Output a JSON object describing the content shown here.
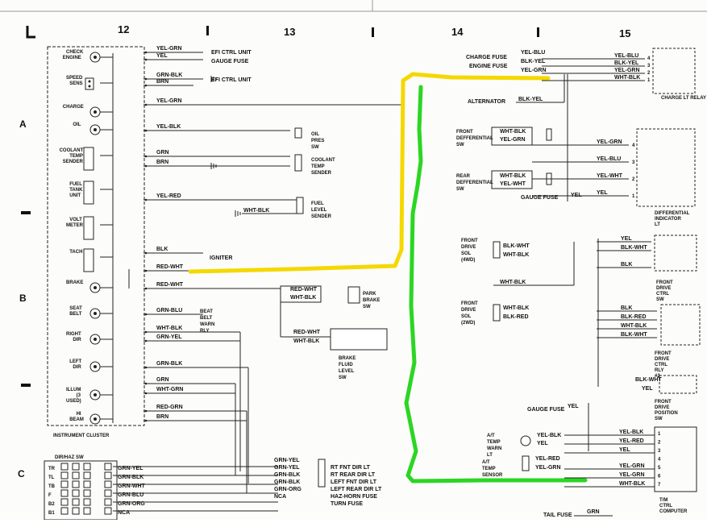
{
  "columns": [
    "12",
    "13",
    "14",
    "15"
  ],
  "rows": [
    "A",
    "B",
    "C"
  ],
  "cluster": {
    "title": "INSTRUMENT CLUSTER",
    "items": [
      "CHECK ENGINE",
      "SPEED SENS",
      "CHARGE",
      "OIL",
      "COOLANT TEMP SENDER",
      "FUEL TANK UNIT",
      "VOLT METER",
      "TACH",
      "BRAKE",
      "SEAT BELT",
      "RIGHT DIR",
      "LEFT DIR",
      "ILLUM (3 USED)",
      "HI BEAM"
    ]
  },
  "wires12": [
    {
      "text": "YEL-GRN"
    },
    {
      "text": "YEL"
    },
    {
      "text": "GRN-BLK"
    },
    {
      "text": "BRN"
    },
    {
      "text": "YEL-GRN"
    },
    {
      "text": "YEL-BLK"
    },
    {
      "text": "GRN"
    },
    {
      "text": "BRN"
    },
    {
      "text": "YEL-RED"
    },
    {
      "text": "BLK"
    },
    {
      "text": "RED-WHT"
    },
    {
      "text": "RED-WHT"
    },
    {
      "text": "GRN-BLU"
    },
    {
      "text": "WHT-BLK"
    },
    {
      "text": "GRN-YEL"
    },
    {
      "text": "GRN-BLK"
    },
    {
      "text": "GRN"
    },
    {
      "text": "WHT-GRN"
    },
    {
      "text": "RED-GRN"
    },
    {
      "text": "BRN"
    }
  ],
  "destinations": [
    {
      "text": "EFI CTRL UNIT"
    },
    {
      "text": "GAUGE FUSE"
    },
    {
      "text": "EFI CTRL UNIT"
    },
    {
      "text": "OIL PRES SW"
    },
    {
      "text": "COOLANT TEMP SENDER"
    },
    {
      "text": "FUEL LEVEL SENDER"
    },
    {
      "text": "WHT-BLK"
    },
    {
      "text": "IGNITER"
    },
    {
      "text": "BEAT BELT WARN RLY"
    },
    {
      "text": "PARK BRAKE SW"
    },
    {
      "text": "RED-WHT"
    },
    {
      "text": "WHT-BLK"
    },
    {
      "text": "RED-WHT"
    },
    {
      "text": "WHT-BLK"
    },
    {
      "text": "BRAKE FLUID LEVEL SW"
    }
  ],
  "dirhaz": {
    "title": "DIR/HAZ SW",
    "pins": [
      "TR",
      "TL",
      "TB",
      "F",
      "B2",
      "B1"
    ],
    "wires": [
      "GRN-YEL",
      "GRN-BLK",
      "GRN-WHT",
      "GRN-BLU",
      "GRN-ORG",
      "NCA"
    ],
    "mid": [
      "GRN-YEL",
      "GRN-YEL",
      "GRN-BLK",
      "GRN-BLK",
      "GRN-ORG",
      "NCA"
    ],
    "dests": [
      "RT FNT DIR LT",
      "RT REAR DIR LT",
      "LEFT FNT DIR LT",
      "LEFT REAR DIR LT",
      "HAZ-HORN FUSE",
      "TURN FUSE"
    ]
  },
  "right": {
    "charge_fuse": "CHARGE FUSE",
    "engine_fuse": "ENGINE FUSE",
    "alternator": "ALTERNATOR",
    "yel_blu": "YEL-BLU",
    "blk_yel": "BLK-YEL",
    "yel_grn": "YEL-GRN",
    "blk_yel2": "BLK-YEL",
    "relay_wires": [
      "YEL-BLU",
      "BLK-YEL",
      "YEL-GRN",
      "WHT-BLK"
    ],
    "charge_relay": "CHARGE LT RELAY",
    "front_diff": "FRONT DEFFERENTIAL SW",
    "rear_diff": "REAR DEFFERENTIAL SW",
    "wht_blk": "WHT-BLK",
    "yel_grn2": "YEL-GRN",
    "wht_blk2": "WHT-BLK",
    "yel_wht": "YEL-WHT",
    "gauge_fuse": "GAUGE FUSE",
    "yel": "YEL",
    "diff_wires": [
      "YEL-GRN",
      "YEL-BLU",
      "YEL-WHT",
      "YEL"
    ],
    "diff_indicator": "DIFFERENTIAL INDICATOR LT",
    "fd_sol_4wd": "FRONT DRIVE SOL (4WD)",
    "fd_sol_2wd": "FRONT DRIVE SOL (2WD)",
    "sol4_wires": [
      "BLK-WHT",
      "WHT-BLK"
    ],
    "sol_mid": "WHT-BLK",
    "sol2_wires": [
      "WHT-BLK",
      "BLK-RED"
    ],
    "ctrl_sw_wires": [
      "YEL",
      "BLK-WHT",
      "BLK"
    ],
    "ctrl_sw": "FRONT DRIVE CTRL SW",
    "rly2_wires": [
      "BLK",
      "BLK-RED",
      "WHT-BLK",
      "BLK-WHT"
    ],
    "rly2": "FRONT DRIVE CTRL RLY #2",
    "pos_wires": [
      "BLK-WHT",
      "YEL"
    ],
    "pos_sw": "FRONT DRIVE POSITION SW",
    "gauge_fuse2": "GAUGE FUSE",
    "yel2": "YEL",
    "at_warn": "A/T TEMP WARN LT",
    "at_sensor": "A/T TEMP SENSOR",
    "at_warn_wires": [
      "YEL-BLK",
      "YEL"
    ],
    "at_sensor_wires": [
      "YEL-RED",
      "YEL-GRN"
    ],
    "tm_wires": [
      "YEL-BLK",
      "YEL-RED",
      "YEL",
      "YEL-GRN",
      "YEL-GRN",
      "WHT-BLK"
    ],
    "tm_ctrl": "T/M CTRL COMPUTER",
    "tail_fuse": "TAIL FUSE",
    "grn": "GRN",
    "tm_pins": [
      "1",
      "2",
      "3",
      "4",
      "5",
      "6",
      "7"
    ]
  },
  "annotations": {
    "yellow": "#f5d800",
    "green": "#2bd623"
  }
}
